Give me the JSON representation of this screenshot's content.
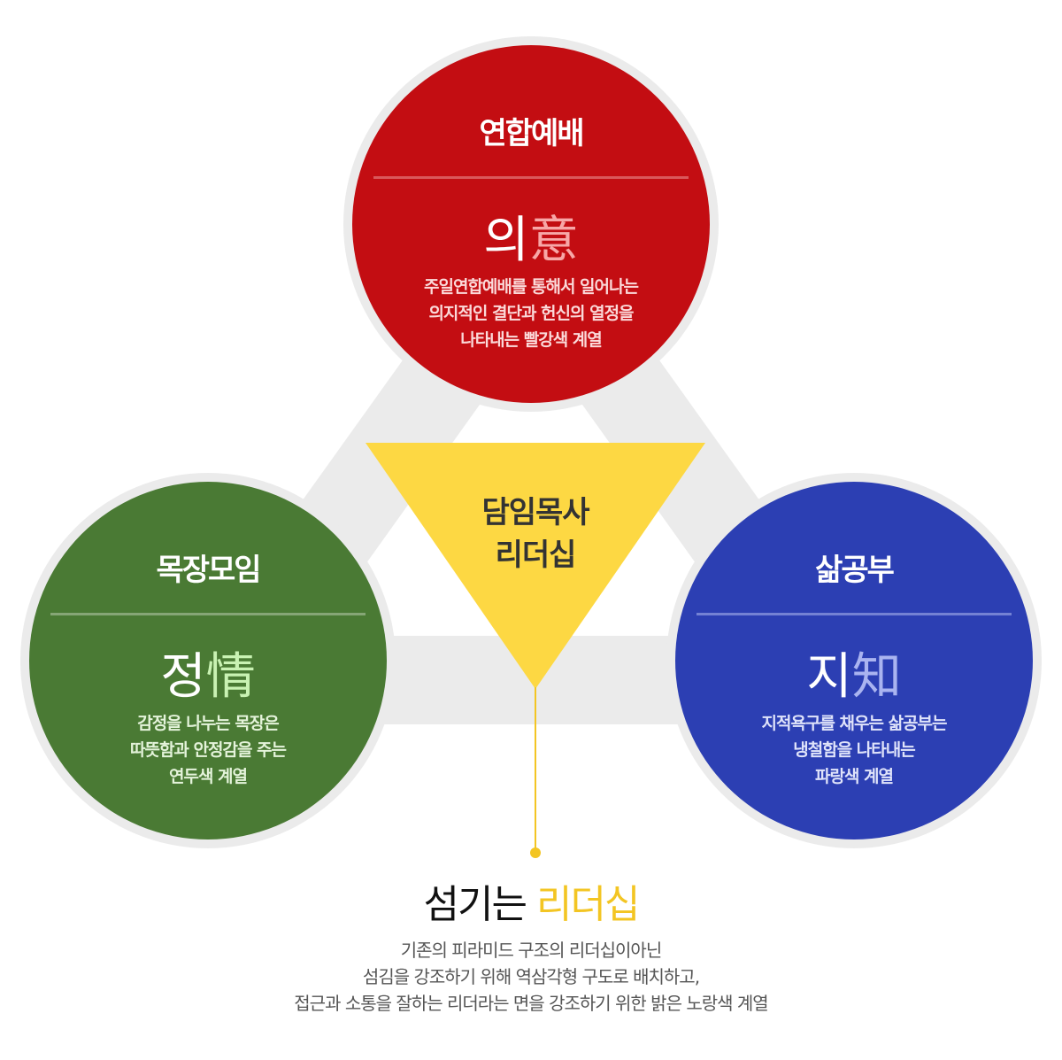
{
  "colors": {
    "red": "#c30d12",
    "green": "#4a7a34",
    "blue": "#2c3fb3",
    "yellow": "#fdd843",
    "band": "#ebebeb"
  },
  "red": {
    "title": "연합예배",
    "hangul": "의",
    "hanja": "意",
    "desc": [
      "주일연합예배를 통해서 일어나는",
      "의지적인 결단과 헌신의 열정을",
      "나타내는 빨강색 계열"
    ]
  },
  "green": {
    "title": "목장모임",
    "hangul": "정",
    "hanja": "情",
    "desc": [
      "감정을 나누는 목장은",
      "따뜻함과 안정감을 주는",
      "연두색 계열"
    ]
  },
  "blue": {
    "title": "삶공부",
    "hangul": "지",
    "hanja": "知",
    "desc": [
      "지적욕구를 채우는 삶공부는",
      "냉철함을 나타내는",
      "파랑색 계열"
    ]
  },
  "center": {
    "line1": "담임목사",
    "line2": "리더십"
  },
  "bottom": {
    "title_a": "섬기는",
    "title_b": "리더십",
    "desc": [
      "기존의 피라미드 구조의 리더십이아닌",
      "섬김을 강조하기 위해 역삼각형 구도로 배치하고,",
      "접근과 소통을 잘하는 리더라는 면을 강조하기 위한 밝은 노랑색 계열"
    ]
  }
}
